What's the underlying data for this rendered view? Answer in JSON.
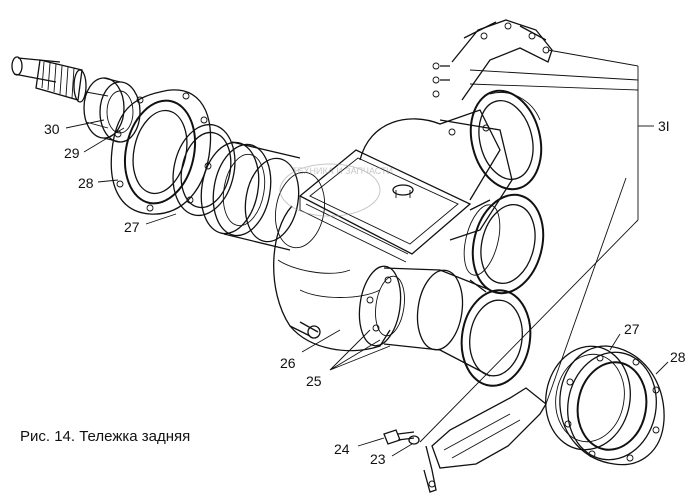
{
  "caption": "Рис. 14. Тележка задняя",
  "watermark": "ТЕХНИКА И ЗАПЧАСТИ",
  "callouts": [
    "30",
    "29",
    "28",
    "27",
    "26",
    "25",
    "24",
    "23",
    "27",
    "28",
    "3I"
  ]
}
